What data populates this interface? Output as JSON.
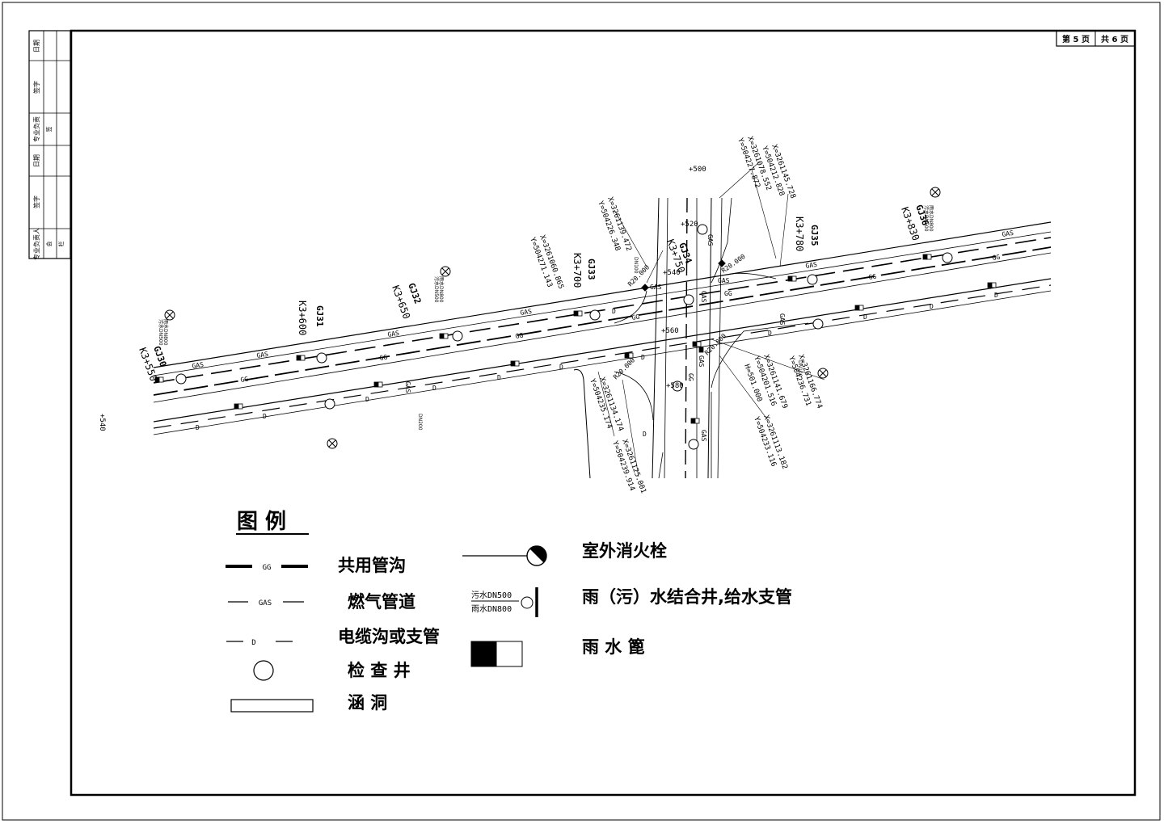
{
  "title_block": {
    "page_no": "第 5 页",
    "page_total": "共 6 页",
    "left_strip": [
      "日期",
      "签字",
      "专业负责",
      "日期",
      "签字",
      "专业负责人"
    ],
    "left_strip_extra": [
      "会",
      "签",
      "栏"
    ]
  },
  "stations": [
    "K3+550",
    "K3+600",
    "K3+650",
    "K3+700",
    "K3+750",
    "K3+780",
    "K3+830"
  ],
  "wells": [
    "GJ30",
    "GJ31",
    "GJ32",
    "GJ33",
    "GJ34",
    "GJ35",
    "GJ36"
  ],
  "chainage_marks": [
    "+540",
    "+500",
    "+520",
    "+540",
    "+560",
    "+580"
  ],
  "radius_labels": [
    "R20.000",
    "R20.000",
    "R20.000",
    "R20.000"
  ],
  "coord_labels": [
    "X=3261139.472",
    "Y=504226.348",
    "X=3261145.728",
    "Y=504212.828",
    "X=3261078.552",
    "Y=504227.872",
    "X=3261060.865",
    "Y=504271.143",
    "X=3261134.174",
    "Y=504235.174",
    "X=3261125.001",
    "Y=504239.914",
    "X=3261141.679",
    "Y=504201.516",
    "X=3261113.182",
    "Y=504233.116",
    "X=3261166.774",
    "Y=504236.731",
    "H=501.000"
  ],
  "pipe_tags": {
    "gas": "GAS",
    "gg": "GG",
    "d": "D"
  },
  "pipe_notes": [
    "污水DN500",
    "雨水DN800",
    "DN200",
    "DN100",
    "DN100"
  ],
  "legend": {
    "title": "图  例",
    "items": [
      {
        "sample": "GG",
        "label": "共用管沟"
      },
      {
        "sample": "GAS",
        "label": "燃气管道"
      },
      {
        "sample": "D",
        "label": "电缆沟或支管"
      },
      {
        "sample": "",
        "label": "检 查 井"
      },
      {
        "sample": "",
        "label": "涵     洞"
      },
      {
        "sample": "",
        "label": "室外消火栓"
      },
      {
        "sample": "污水DN500 / 雨水DN800",
        "label": "雨（污）水结合井,给水支管"
      },
      {
        "sample": "",
        "label": "雨 水 篦"
      }
    ],
    "sample_top": "污水DN500",
    "sample_bottom": "雨水DN800"
  }
}
